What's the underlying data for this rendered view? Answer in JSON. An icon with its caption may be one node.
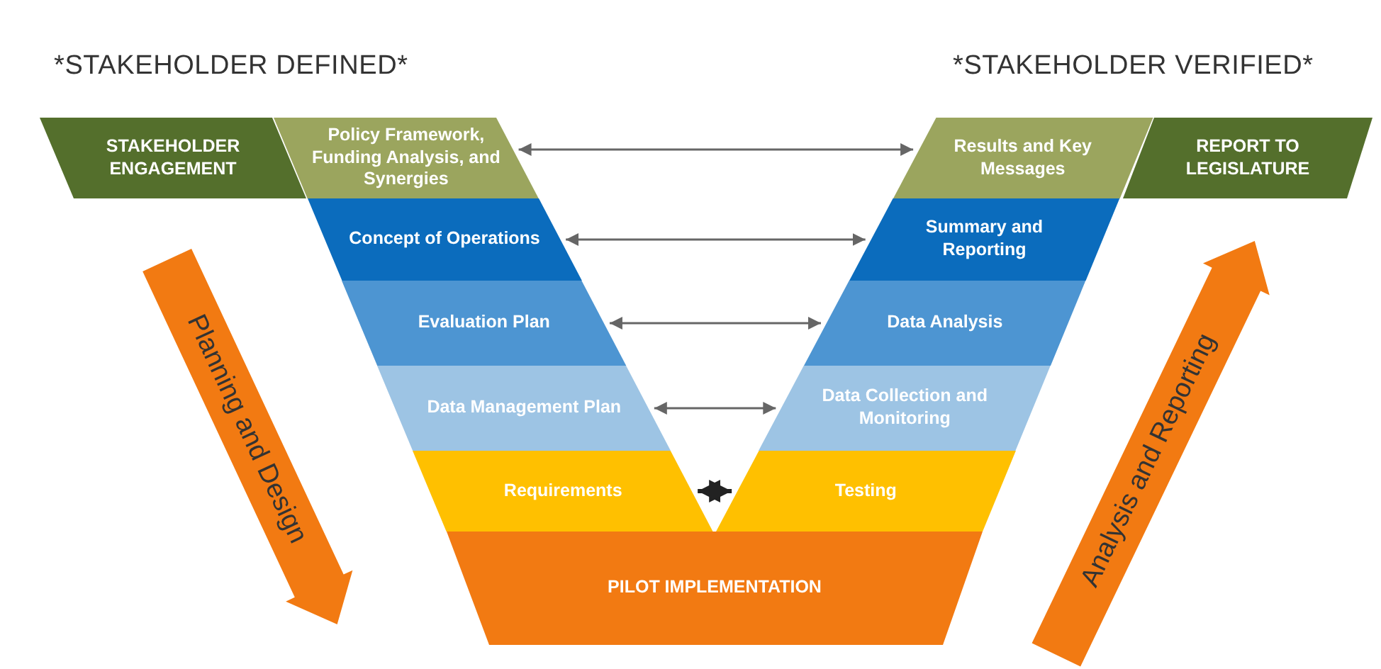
{
  "diagram": {
    "nodes": [
      {
        "text": [
          "STAKEHOLDER ENGAGEMENT"
        ]
      },
      {
        "text": [
          "Policy Framework, Funding Analysis, and Synergies"
        ]
      },
      {
        "text": [
          "Results and Key Messages"
        ]
      },
      {
        "text": [
          "REPORT TO LEGISLATURE"
        ]
      },
      {
        "text": [
          "Concept of Operations"
        ]
      },
      {
        "text": [
          "Summary and Reporting"
        ]
      },
      {
        "text": [
          "Evaluation Plan"
        ]
      },
      {
        "text": [
          "Data Analysis"
        ]
      },
      {
        "text": [
          "Data Management Plan"
        ]
      },
      {
        "text": [
          "Data Collection and Monitoring"
        ]
      },
      {
        "text": [
          "Requirements"
        ]
      },
      {
        "text": [
          "Testing"
        ]
      },
      {
        "text": [
          "PILOT IMPLEMENTATION"
        ]
      }
    ],
    "edges": [
      {
        "from": 1,
        "to": 2,
        "arrow": "both"
      },
      {
        "from": 4,
        "to": 5,
        "arrow": "both"
      },
      {
        "from": 6,
        "to": 7,
        "arrow": "both"
      },
      {
        "from": 8,
        "to": 9,
        "arrow": "both"
      },
      {
        "from": 10,
        "to": 11,
        "arrow": "both",
        "style": "thick",
        "color": "#222222"
      }
    ],
    "labels": [
      "*STAKEHOLDER DEFINED*",
      "*STAKEHOLDER VERIFIED*",
      "Planning and Design",
      "Analysis and Reporting"
    ]
  }
}
